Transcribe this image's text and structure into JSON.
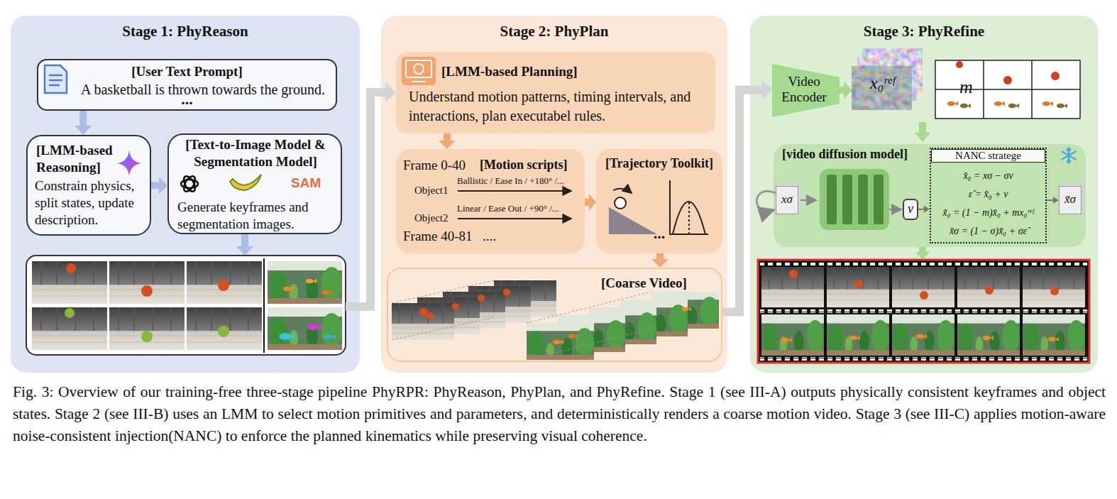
{
  "diagram": {
    "caption": "Fig. 3: Overview of our training-free three-stage pipeline PhyRPR: PhyReason, PhyPlan, and PhyRefine. Stage 1 (see III-A) outputs physically consistent keyframes and object states. Stage 2 (see III-B) uses an LMM to select motion primitives and parameters, and deterministically renders a coarse motion video. Stage 3 (see III-C) applies motion-aware noise-consistent injection(NANC) to enforce the planned kinematics while preserving visual coherence.",
    "nodes": [
      {
        "text": [
          "Stage 1: PhyReason"
        ]
      },
      {
        "text": [
          "[User Text Prompt]",
          "A basketball is thrown towards the ground.",
          "..."
        ],
        "in": 0
      },
      {
        "text": [
          "[LMM-based Reasoning]",
          "Constrain physics, split states, update description."
        ],
        "in": 0
      },
      {
        "text": [
          "[Text-to-Image Model & Segmentation Model]",
          "Generate keyframes and segmentation images."
        ],
        "in": 0
      },
      {
        "text": [
          "Stage 2: PhyPlan"
        ]
      },
      {
        "text": [
          "[LMM-based Planning]",
          "Understand motion patterns, timing intervals, and interactions, plan executabel rules."
        ],
        "in": 4
      },
      {
        "text": [
          "Frame 0-40",
          "[Motion scripts]",
          "Object1",
          "Ballistic / Ease In / +180° /...",
          "Object2",
          "Linear / Ease Out / +90° /...",
          "Frame 40-81",
          "...."
        ],
        "in": 4
      },
      {
        "text": [
          "[Trajectory Toolkit]",
          "..."
        ],
        "in": 4
      },
      {
        "text": [
          "[Coarse Video]"
        ],
        "in": 4
      },
      {
        "text": [
          "Stage 3: PhyRefine"
        ]
      },
      {
        "text": [
          "Video Encoder"
        ],
        "in": 9
      },
      {
        "text": [
          "[video diffusion model]"
        ],
        "in": 9
      },
      {
        "text": [
          "NANC stratege",
          "x̂₀ = xσ − σv",
          "ε̂ = x̂₀ + v",
          "x̃₀ = (1 − m)x̂₀ + mx₀ʳᵉᶠ",
          "x̃σ = (1 − σ)x̃₀ + σε̂"
        ],
        "in": 11
      },
      {
        "text": [
          "xσ"
        ],
        "in": 11
      },
      {
        "text": [
          "v"
        ],
        "in": 11
      },
      {
        "text": [
          "x̃σ"
        ],
        "in": 11
      }
    ],
    "edges": [
      {
        "from": 1,
        "to": 2,
        "arrow": "to"
      },
      {
        "from": 2,
        "to": 3,
        "arrow": "to"
      },
      {
        "from": 5,
        "to": 6,
        "arrow": "to"
      },
      {
        "from": 6,
        "to": 7,
        "arrow": "to"
      },
      {
        "from": 7,
        "to": 8,
        "arrow": "to"
      },
      {
        "from": 8,
        "to": 10,
        "arrow": "to"
      },
      {
        "from": 14,
        "to": 12,
        "arrow": "to"
      },
      {
        "from": 12,
        "to": 15,
        "arrow": "to"
      }
    ],
    "labels": [
      "SAM",
      "x₀ʳᵉᶠ",
      "m"
    ]
  }
}
